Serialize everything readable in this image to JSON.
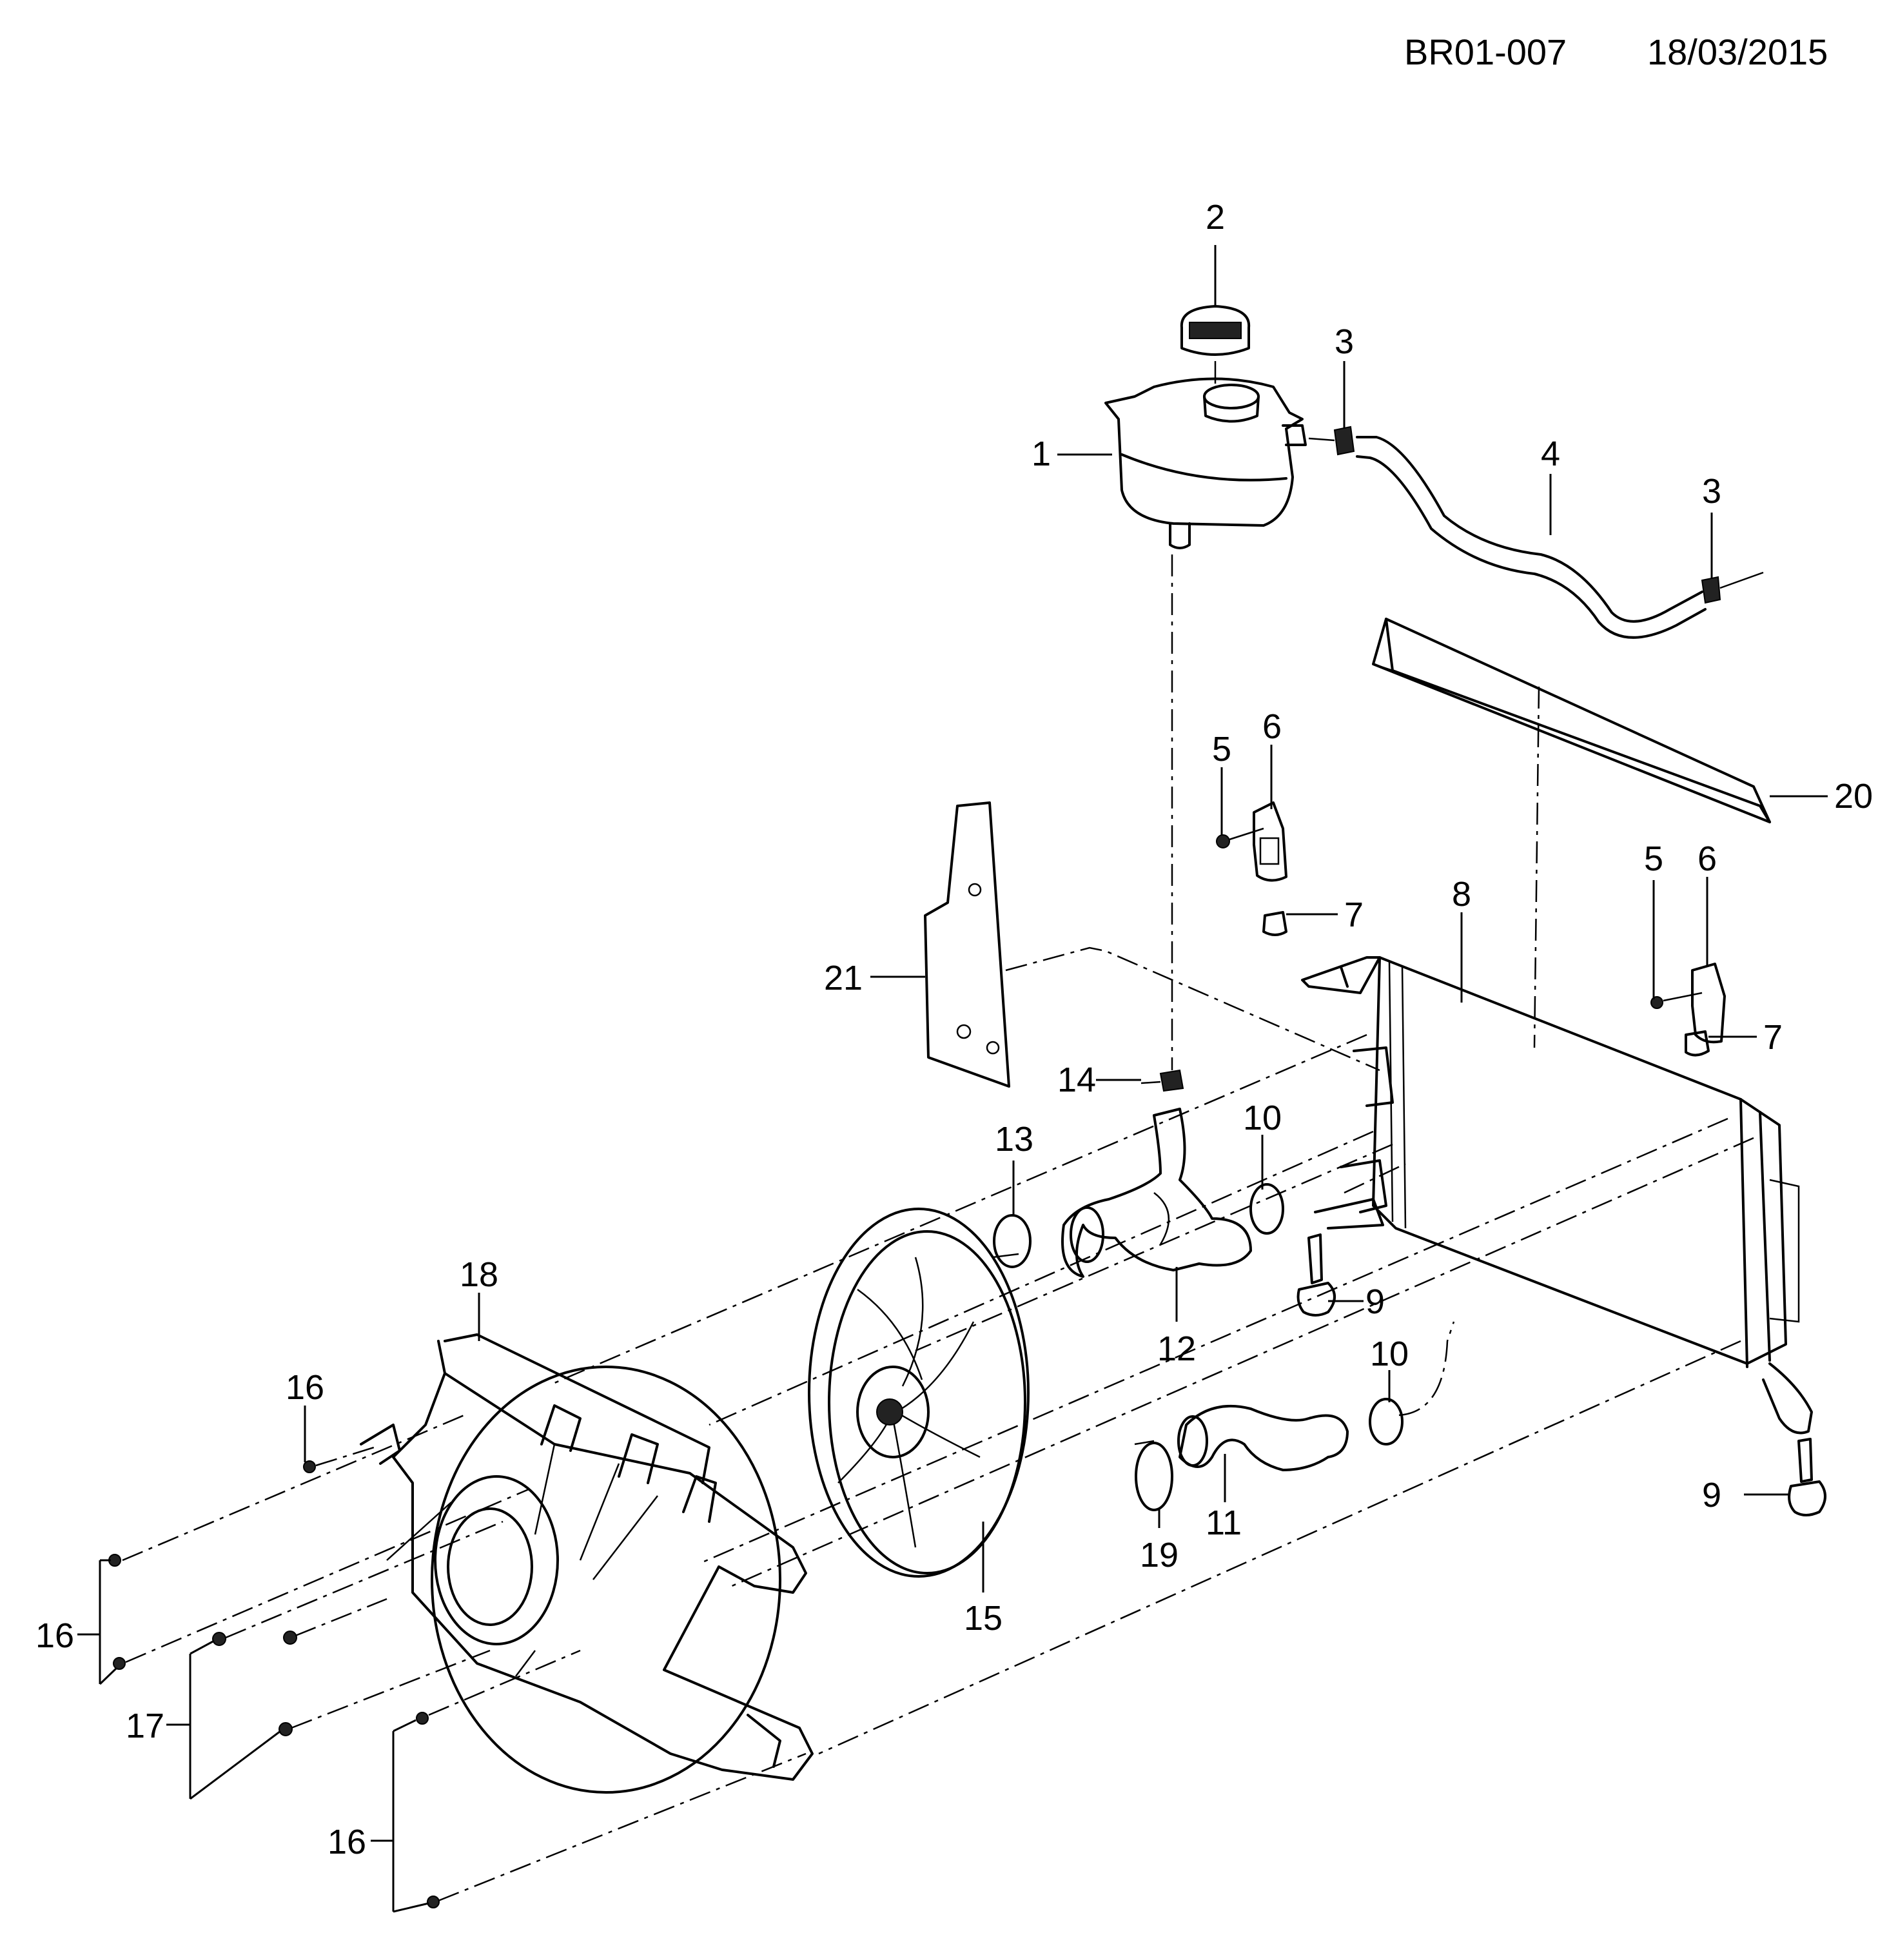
{
  "header": {
    "code": "BR01-007",
    "date": "18/03/2015"
  },
  "callouts": {
    "c1": "1",
    "c2": "2",
    "c3a": "3",
    "c3b": "3",
    "c4": "4",
    "c5a": "5",
    "c5b": "5",
    "c6a": "6",
    "c6b": "6",
    "c7a": "7",
    "c7b": "7",
    "c8": "8",
    "c9a": "9",
    "c9b": "9",
    "c10a": "10",
    "c10b": "10",
    "c11": "11",
    "c12": "12",
    "c13": "13",
    "c14": "14",
    "c15": "15",
    "c16a": "16",
    "c16b": "16",
    "c16c": "16",
    "c17": "17",
    "c18": "18",
    "c19": "19",
    "c20": "20",
    "c21": "21"
  }
}
